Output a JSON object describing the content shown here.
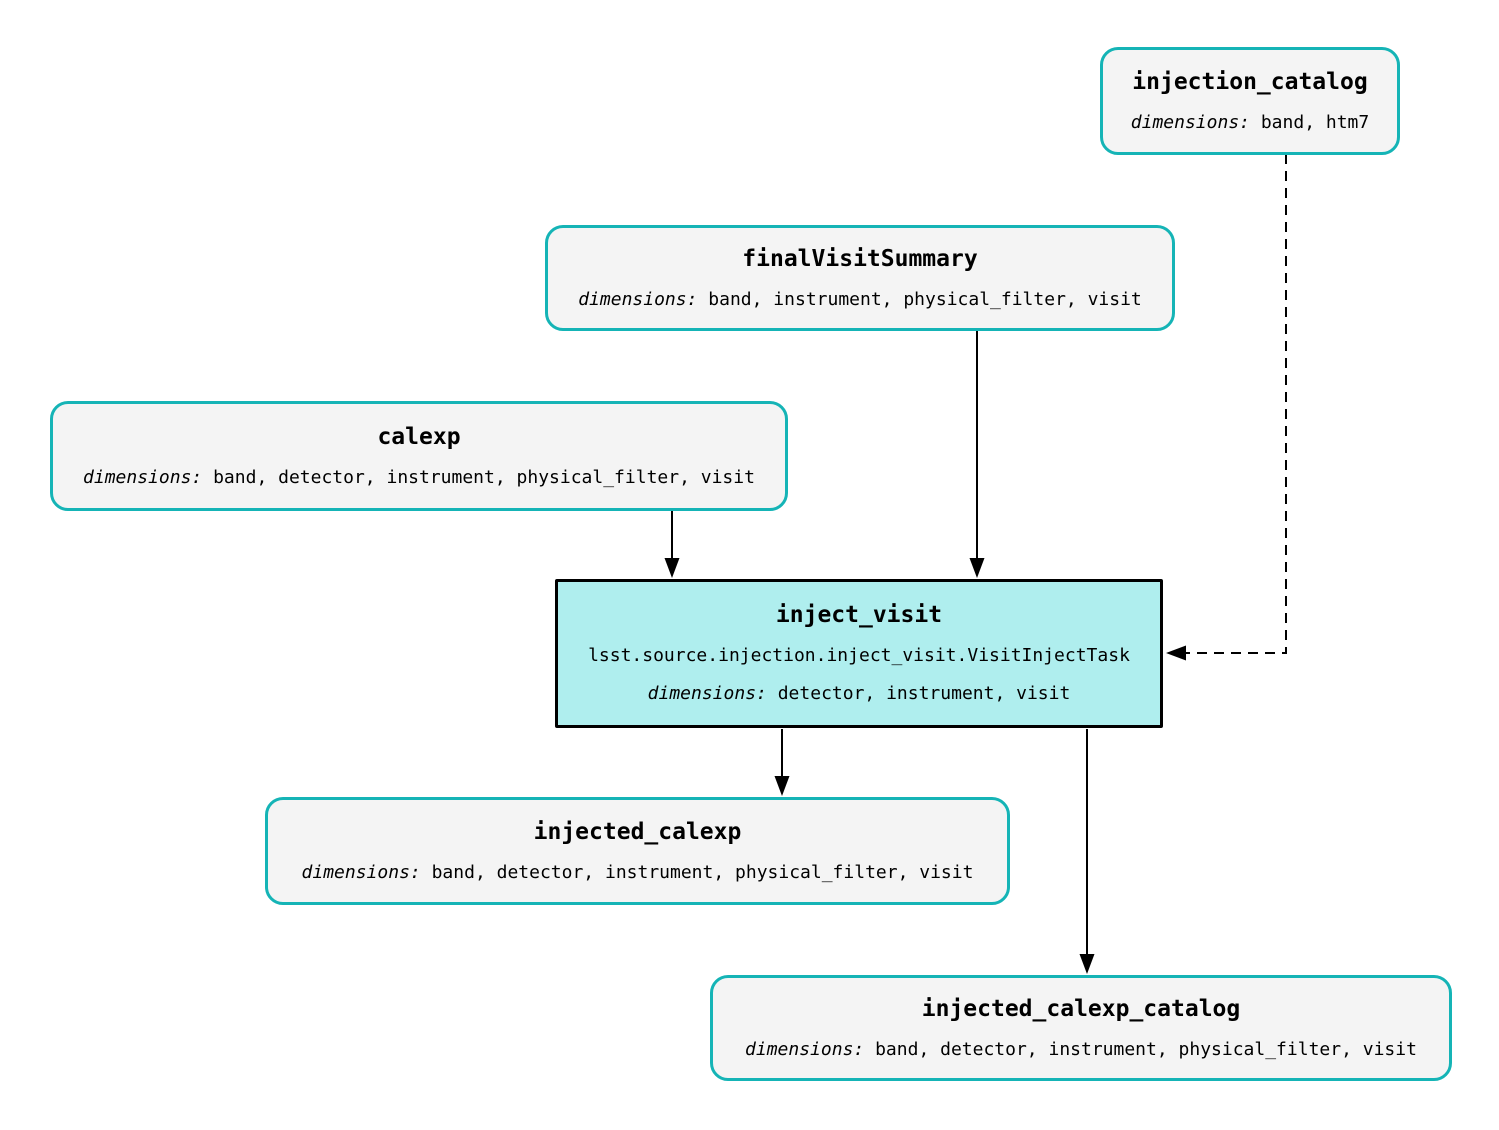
{
  "colors": {
    "background": "#ffffff",
    "dataset_border": "#15b4b6",
    "dataset_fill": "#f4f4f4",
    "task_border": "#000000",
    "task_fill": "#afeeee",
    "edge": "#000000",
    "text": "#000000"
  },
  "nodes": {
    "injection_catalog": {
      "title": "injection_catalog",
      "dimensions_label": "dimensions:",
      "dimensions": "band, htm7"
    },
    "finalVisitSummary": {
      "title": "finalVisitSummary",
      "dimensions_label": "dimensions:",
      "dimensions": "band, instrument, physical_filter, visit"
    },
    "calexp": {
      "title": "calexp",
      "dimensions_label": "dimensions:",
      "dimensions": "band, detector, instrument, physical_filter, visit"
    },
    "inject_visit": {
      "title": "inject_visit",
      "task_class": "lsst.source.injection.inject_visit.VisitInjectTask",
      "dimensions_label": "dimensions:",
      "dimensions": "detector, instrument, visit"
    },
    "injected_calexp": {
      "title": "injected_calexp",
      "dimensions_label": "dimensions:",
      "dimensions": "band, detector, instrument, physical_filter, visit"
    },
    "injected_calexp_catalog": {
      "title": "injected_calexp_catalog",
      "dimensions_label": "dimensions:",
      "dimensions": "band, detector, instrument, physical_filter, visit"
    }
  },
  "edges": [
    {
      "from": "calexp",
      "to": "inject_visit",
      "style": "solid"
    },
    {
      "from": "finalVisitSummary",
      "to": "inject_visit",
      "style": "solid"
    },
    {
      "from": "injection_catalog",
      "to": "inject_visit",
      "style": "dashed"
    },
    {
      "from": "inject_visit",
      "to": "injected_calexp",
      "style": "solid"
    },
    {
      "from": "inject_visit",
      "to": "injected_calexp_catalog",
      "style": "solid"
    }
  ]
}
